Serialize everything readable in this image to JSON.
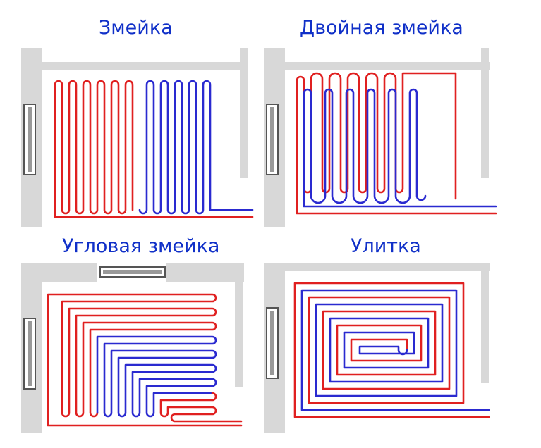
{
  "titles": {
    "snake": "Змейка",
    "double_snake": "Двойная змейка",
    "corner_snake": "Угловая змейка",
    "spiral": "Улитка"
  },
  "colors": {
    "title": "#1030c8",
    "supply_pipe": "#e02020",
    "return_pipe": "#2a2ad0",
    "wall": "#d8d8d8",
    "radiator": "#555555"
  }
}
